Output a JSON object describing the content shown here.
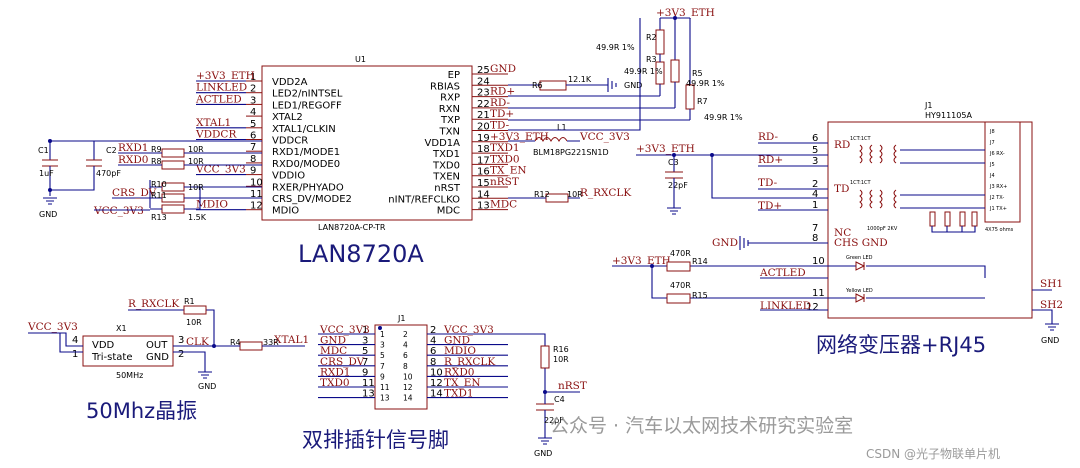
{
  "u1": {
    "ref": "U1",
    "part": "LAN8720A-CP-TR",
    "title": "LAN8720A",
    "left_pins": [
      {
        "num": "1",
        "name": "VDD2A",
        "net": "+3V3_ETH"
      },
      {
        "num": "2",
        "name": "LED2/nINTSEL",
        "net": "LINKLED"
      },
      {
        "num": "3",
        "name": "LED1/REGOFF",
        "net": "ACTLED"
      },
      {
        "num": "4",
        "name": "XTAL2",
        "net": ""
      },
      {
        "num": "5",
        "name": "XTAL1/CLKIN",
        "net": "XTAL1"
      },
      {
        "num": "6",
        "name": "VDDCR",
        "net": "VDDCR"
      },
      {
        "num": "7",
        "name": "RXD1/MODE1",
        "net": ""
      },
      {
        "num": "8",
        "name": "RXD0/MODE0",
        "net": ""
      },
      {
        "num": "9",
        "name": "VDDIO",
        "net": "VCC_3V3"
      },
      {
        "num": "10",
        "name": "RXER/PHYADO",
        "net": ""
      },
      {
        "num": "11",
        "name": "CRS_DV/MODE2",
        "net": ""
      },
      {
        "num": "12",
        "name": "MDIO",
        "net": "MDIO"
      }
    ],
    "right_pins": [
      {
        "num": "25",
        "name": "EP",
        "net": "GND"
      },
      {
        "num": "24",
        "name": "RBIAS",
        "net": ""
      },
      {
        "num": "23",
        "name": "RXP",
        "net": "RD+"
      },
      {
        "num": "22",
        "name": "RXN",
        "net": "RD-"
      },
      {
        "num": "21",
        "name": "TXP",
        "net": "TD+"
      },
      {
        "num": "20",
        "name": "TXN",
        "net": "TD-"
      },
      {
        "num": "19",
        "name": "VDD1A",
        "net": "+3V3_ETH"
      },
      {
        "num": "18",
        "name": "TXD1",
        "net": "TXD1"
      },
      {
        "num": "17",
        "name": "TXD0",
        "net": "TXD0"
      },
      {
        "num": "16",
        "name": "TXEN",
        "net": "TX_EN"
      },
      {
        "num": "15",
        "name": "nRST",
        "net": "nRST"
      },
      {
        "num": "14",
        "name": "nINT/REFCLKO",
        "net": ""
      },
      {
        "num": "13",
        "name": "MDC",
        "net": "MDC"
      }
    ]
  },
  "left_side": {
    "c1_ref": "C1",
    "c1_val": "1uF",
    "c2_ref": "C2",
    "c2_val": "470pF",
    "gnd": "GND",
    "rxd1": "RXD1",
    "rxd0": "RXD0",
    "crs_dv": "CRS_DV",
    "vcc": "VCC_3V3",
    "r8": "R8",
    "r9": "R9",
    "r10": "R10",
    "r11": "R11",
    "r13": "R13",
    "v10r": "10R",
    "v15k": "1.5K"
  },
  "right_of_u1": {
    "r6": "R6",
    "r6_val": "12.1K",
    "l1": "L1",
    "l1_part": "BLM18PG221SN1D",
    "l1_net": "VCC_3V3",
    "r12": "R12",
    "r12_val": "10R",
    "rxclk": "R_RXCLK",
    "gnd": "GND"
  },
  "term": {
    "net": "+3V3_ETH",
    "r2": "R2",
    "r3": "R3",
    "r5": "R5",
    "r7": "R7",
    "val": "49.9R 1%"
  },
  "j1": {
    "ref": "J1",
    "part": "HY911105A",
    "net3v3": "+3V3_ETH",
    "c3": "C3",
    "c3_val": "22pF",
    "rdm": "RD-",
    "rdp": "RD+",
    "tdm": "TD-",
    "tdp": "TD+",
    "rdlabel": "RD",
    "tdlabel": "TD",
    "ratio": "1CT:1CT",
    "pins": [
      "6",
      "5",
      "3",
      "2",
      "4",
      "1",
      "7",
      "8",
      "10",
      "11",
      "12"
    ],
    "nc": "NC",
    "chsgnd": "CHS GND",
    "cap_note": "1000pF 2KV",
    "r_note": "4X75 ohms",
    "right_pins": [
      "J8",
      "J7",
      "J6 RX-",
      "J5",
      "J4",
      "J3 RX+",
      "J2 TX-",
      "J1 TX+"
    ],
    "gnd": "GND",
    "r14": "R14",
    "r15": "R15",
    "rval": "470R",
    "actled": "ACTLED",
    "linkled": "LINKLED",
    "green": "Green LED",
    "yellow": "Yellow LED",
    "sh1": "SH1",
    "sh2": "SH2"
  },
  "osc": {
    "ref": "X1",
    "freq": "50MHz",
    "vdd": "VDD",
    "out": "OUT",
    "tri": "Tri-state",
    "gnd_pin": "GND",
    "p4": "4",
    "p3": "3",
    "p1": "1",
    "p2": "2",
    "vcc": "VCC_3V3",
    "rxclk": "R_RXCLK",
    "r1": "R1",
    "r1_val": "10R",
    "r4": "R4",
    "r4_val": "33R",
    "clk": "CLK",
    "xtal1": "XTAL1",
    "gnd": "GND"
  },
  "header": {
    "ref": "J1",
    "left": [
      {
        "net": "VCC_3V3",
        "num": "1"
      },
      {
        "net": "GND",
        "num": "3"
      },
      {
        "net": "MDC",
        "num": "5"
      },
      {
        "net": "CRS_DV",
        "num": "7"
      },
      {
        "net": "RXD1",
        "num": "9"
      },
      {
        "net": "TXD0",
        "num": "11"
      },
      {
        "net": "",
        "num": "13"
      }
    ],
    "right": [
      {
        "net": "VCC_3V3",
        "num": "2"
      },
      {
        "net": "GND",
        "num": "4"
      },
      {
        "net": "MDIO",
        "num": "6"
      },
      {
        "net": "R_RXCLK",
        "num": "8"
      },
      {
        "net": "RXD0",
        "num": "10"
      },
      {
        "net": "TX_EN",
        "num": "12"
      },
      {
        "net": "TXD1",
        "num": "14"
      }
    ],
    "inner_left": [
      "1",
      "3",
      "5",
      "7",
      "9",
      "11",
      "13"
    ],
    "inner_right": [
      "2",
      "4",
      "6",
      "8",
      "10",
      "12",
      "14"
    ],
    "r16": "R16",
    "r16_val": "10R",
    "nrst": "nRST",
    "c4": "C4",
    "c4_val": "22pF",
    "gnd": "GND"
  },
  "captions": {
    "osc": "50Mhz晶振",
    "header": "双排插针信号脚",
    "rj45": "网络变压器+RJ45",
    "watermark": "公众号 · 汽车以太网技术研究实验室",
    "csdn": "CSDN @光子物联单片机"
  }
}
